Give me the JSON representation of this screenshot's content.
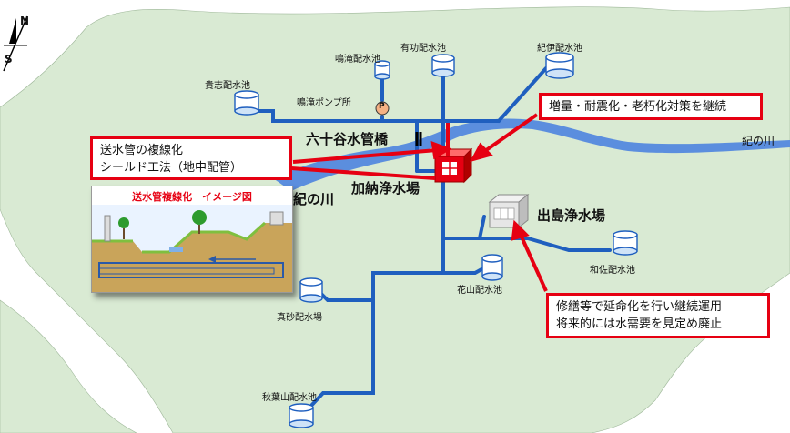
{
  "compass": {
    "north": "N",
    "south": "S"
  },
  "colors": {
    "land": "#d9ead3",
    "river": "#5b8ede",
    "pipe": "#1f5fbf",
    "callout": "#e60012",
    "plant_kano": "#e60012"
  },
  "facilities": {
    "kishi": "貴志配水池",
    "narutaki_tank": "鳴滝配水池",
    "narutaki_pump": "鳴滝ポンプ所",
    "pump_symbol": "P",
    "arimoto": "有功配水池",
    "kii": "紀伊配水池",
    "kano_plant": "加納浄水場",
    "dejima_plant": "出島浄水場",
    "hanayama": "花山配水池",
    "wasa": "和佐配水池",
    "masago": "真砂配水場",
    "akibayama": "秋葉山配水池"
  },
  "places": {
    "bridge": "六十谷水管橋",
    "river_west": "紀の川",
    "river_east": "紀の川"
  },
  "callouts": {
    "kano": "増量・耐震化・老朽化対策を継続",
    "shield_line1": "送水管の複線化",
    "shield_line2": "シールド工法（地中配管）",
    "dejima_line1": "修繕等で延命化を行い継続運用",
    "dejima_line2": "将来的には水需要を見定め廃止"
  },
  "inset": {
    "title": "送水管複線化　イメージ図"
  }
}
